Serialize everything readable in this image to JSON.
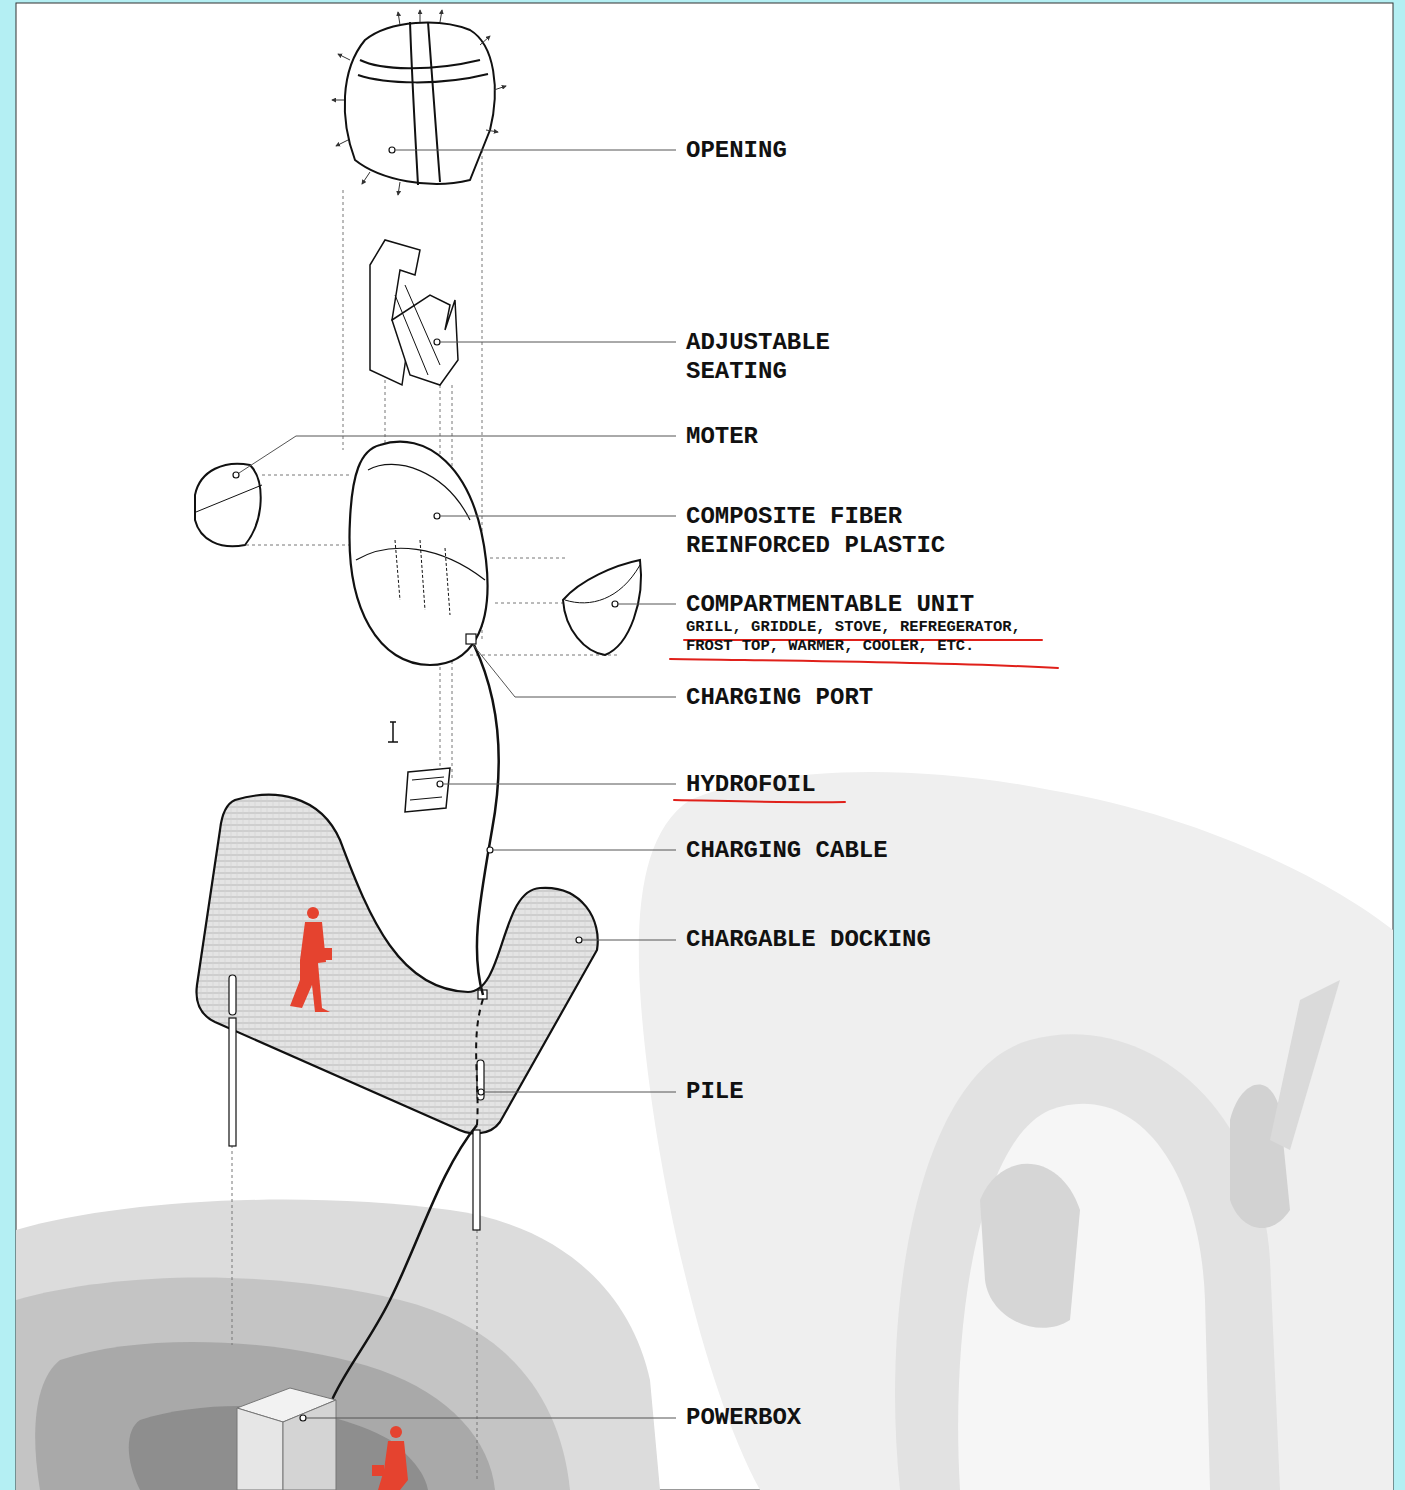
{
  "diagram": {
    "labels": [
      "OPENING",
      "ADJUSTABLE SEATING",
      "MOTER",
      "COMPOSITE FIBER REINFORCED PLASTIC",
      "COMPARTMENTABLE UNIT",
      "GRILL, GRIDDLE, STOVE, REFREGERATOR, FROST TOP, WARMER, COOLER, ETC.",
      "CHARGING PORT",
      "HYDROFOIL",
      "CHARGING CABLE",
      "CHARGABLE DOCKING",
      "PILE",
      "POWERBOX"
    ]
  }
}
